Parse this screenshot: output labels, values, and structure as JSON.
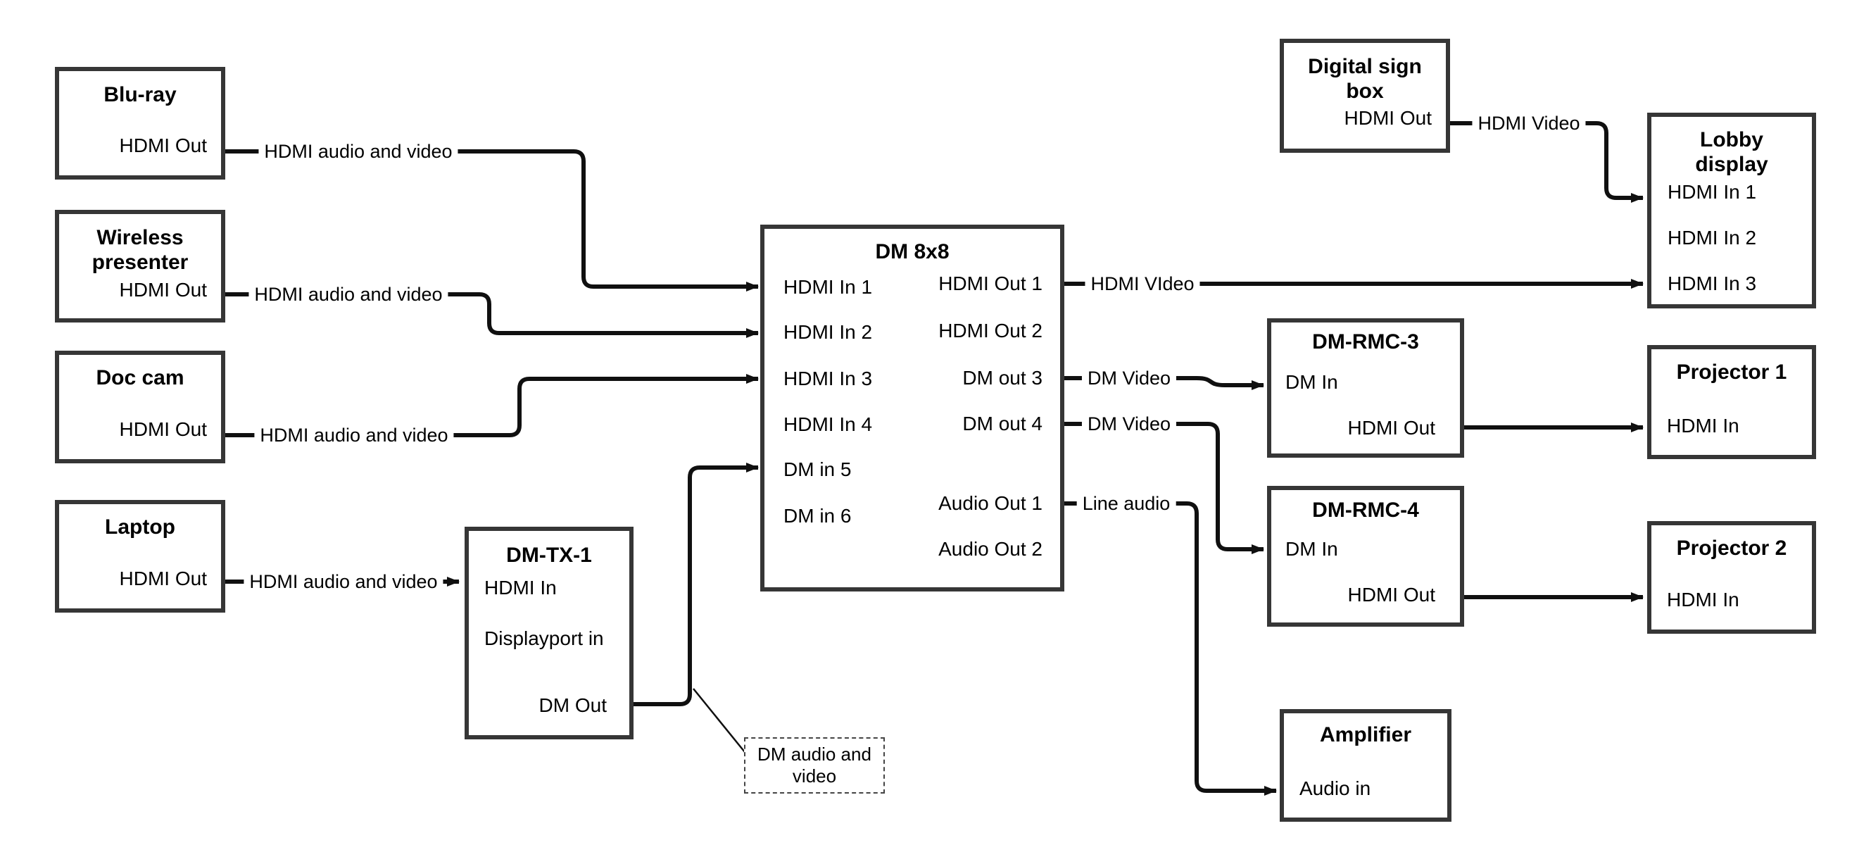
{
  "diagram": {
    "colors": {
      "border": "#363636",
      "wire": "#101010",
      "text": "#000000",
      "background": "#ffffff"
    },
    "nodes": [
      {
        "id": "bluray",
        "title": "Blu-ray",
        "ports": [
          "HDMI Out"
        ]
      },
      {
        "id": "wireless",
        "title": "Wireless presenter",
        "ports": [
          "HDMI Out"
        ]
      },
      {
        "id": "doccam",
        "title": "Doc cam",
        "ports": [
          "HDMI Out"
        ]
      },
      {
        "id": "laptop",
        "title": "Laptop",
        "ports": [
          "HDMI Out"
        ]
      },
      {
        "id": "dmtx1",
        "title": "DM-TX-1",
        "ports": [
          "HDMI In",
          "Displayport in",
          "DM Out"
        ]
      },
      {
        "id": "dm8x8",
        "title": "DM 8x8",
        "ports": [
          "HDMI In 1",
          "HDMI In 2",
          "HDMI In 3",
          "HDMI In 4",
          "DM in 5",
          "DM in 6",
          "HDMI Out 1",
          "HDMI Out 2",
          "DM out 3",
          "DM out 4",
          "Audio Out 1",
          "Audio Out 2"
        ]
      },
      {
        "id": "digitalsign",
        "title": "Digital sign box",
        "ports": [
          "HDMI Out"
        ]
      },
      {
        "id": "lobby",
        "title": "Lobby display",
        "ports": [
          "HDMI In 1",
          "HDMI In 2",
          "HDMI In 3"
        ]
      },
      {
        "id": "dmrmc3",
        "title": "DM-RMC-3",
        "ports": [
          "DM In",
          "HDMI Out"
        ]
      },
      {
        "id": "proj1",
        "title": "Projector 1",
        "ports": [
          "HDMI In"
        ]
      },
      {
        "id": "dmrmc4",
        "title": "DM-RMC-4",
        "ports": [
          "DM In",
          "HDMI Out"
        ]
      },
      {
        "id": "proj2",
        "title": "Projector 2",
        "ports": [
          "HDMI In"
        ]
      },
      {
        "id": "amplifier",
        "title": "Amplifier",
        "ports": [
          "Audio in"
        ]
      }
    ],
    "edges": [
      {
        "from": "bluray.HDMI Out",
        "to": "dm8x8.HDMI In 1",
        "label": "HDMI audio and video"
      },
      {
        "from": "wireless.HDMI Out",
        "to": "dm8x8.HDMI In 2",
        "label": "HDMI audio and video"
      },
      {
        "from": "doccam.HDMI Out",
        "to": "dm8x8.HDMI In 3",
        "label": "HDMI audio and video"
      },
      {
        "from": "laptop.HDMI Out",
        "to": "dmtx1.HDMI In",
        "label": "HDMI audio and video"
      },
      {
        "from": "dmtx1.DM Out",
        "to": "dm8x8.DM in 5",
        "label": ""
      },
      {
        "from": "dm8x8.HDMI Out 1",
        "to": "lobby.HDMI In 3",
        "label": "HDMI VIdeo"
      },
      {
        "from": "dm8x8.DM out 3",
        "to": "dmrmc3.DM In",
        "label": "DM Video"
      },
      {
        "from": "dm8x8.DM out 4",
        "to": "dmrmc4.DM In",
        "label": "DM Video"
      },
      {
        "from": "dm8x8.Audio Out 1",
        "to": "amplifier.Audio in",
        "label": "Line audio"
      },
      {
        "from": "digitalsign.HDMI Out",
        "to": "lobby.HDMI In 1",
        "label": "HDMI Video"
      },
      {
        "from": "dmrmc3.HDMI Out",
        "to": "proj1.HDMI In",
        "label": ""
      },
      {
        "from": "dmrmc4.HDMI Out",
        "to": "proj2.HDMI In",
        "label": ""
      }
    ],
    "note": {
      "text": "DM audio and video"
    }
  }
}
